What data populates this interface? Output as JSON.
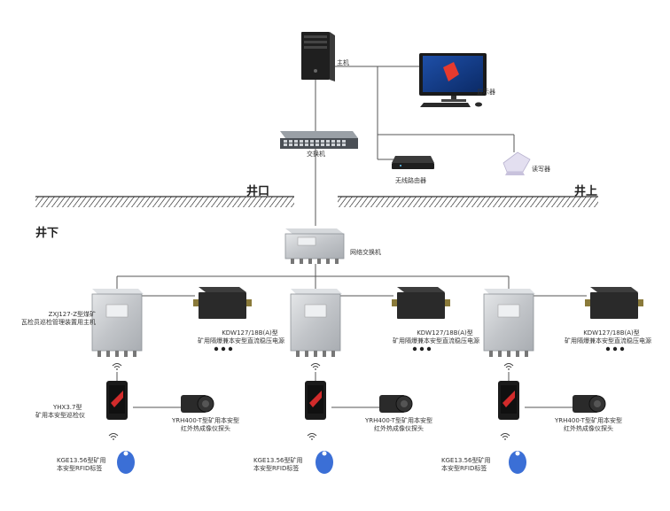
{
  "zones": {
    "wellhead": "井口",
    "surface": "井上",
    "underground": "井下"
  },
  "host": {
    "label": "主机"
  },
  "monitor": {
    "label": "显示器"
  },
  "main_switch": {
    "label": "交换机"
  },
  "router": {
    "label": "无线路由器"
  },
  "reader": {
    "label": "读写器"
  },
  "network_switch": {
    "label": "网络交换机"
  },
  "groups": [
    {
      "host_label": [
        "ZXJ127-Z型煤矿",
        "瓦检员巡检管理装置用主机"
      ],
      "power_label": [
        "KDW127/18B(A)型",
        "矿用隔爆兼本安型直流稳压电源"
      ],
      "inspector_label": [
        "YHX3.7型",
        "矿用本安型巡检仪"
      ],
      "camera_label": [
        "YRH400-T型矿用本安型",
        "红外热成像仪探头"
      ],
      "tag_label": [
        "KGE13.56型矿用",
        "本安型RFID标签"
      ]
    },
    {
      "host_label": [],
      "power_label": [
        "KDW127/18B(A)型",
        "矿用隔爆兼本安型直流稳压电源"
      ],
      "inspector_label": [],
      "camera_label": [
        "YRH400-T型矿用本安型",
        "红外热成像仪探头"
      ],
      "tag_label": [
        "KGE13.56型矿用",
        "本安型RFID标签"
      ]
    },
    {
      "host_label": [],
      "power_label": [
        "KDW127/18B(A)型",
        "矿用隔爆兼本安型直流稳压电源"
      ],
      "inspector_label": [],
      "camera_label": [
        "YRH400-T型矿用本安型",
        "红外热成像仪探头"
      ],
      "tag_label": [
        "KGE13.56型矿用",
        "本安型RFID标签"
      ]
    }
  ],
  "colors": {
    "line": "#555555",
    "steel": "#c9ccd0",
    "dark": "#2a2a2a",
    "tag_blue": "#3b6fd6",
    "accent_red": "#d22b2b"
  }
}
